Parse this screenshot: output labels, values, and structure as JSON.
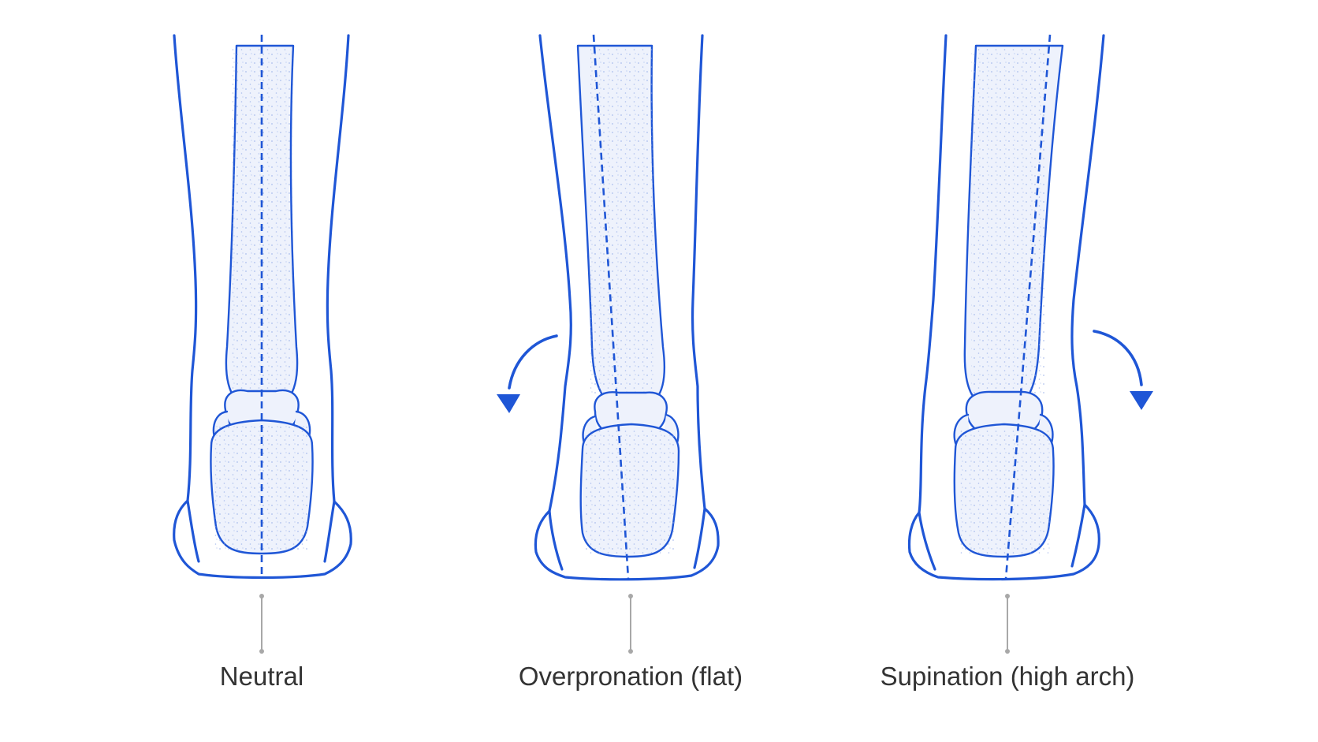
{
  "colors": {
    "line": "#1f56d6",
    "bone_fill": "#eef2fc",
    "stipple": "#8fa8e6",
    "leader": "#a8a8a8",
    "caption": "#333333",
    "background": "#ffffff"
  },
  "panels": [
    {
      "label": "Neutral",
      "rotation_arrow": "none"
    },
    {
      "label": "Overpronation (flat)",
      "rotation_arrow": "counterclockwise-left"
    },
    {
      "label": "Supination (high arch)",
      "rotation_arrow": "clockwise-right"
    }
  ]
}
